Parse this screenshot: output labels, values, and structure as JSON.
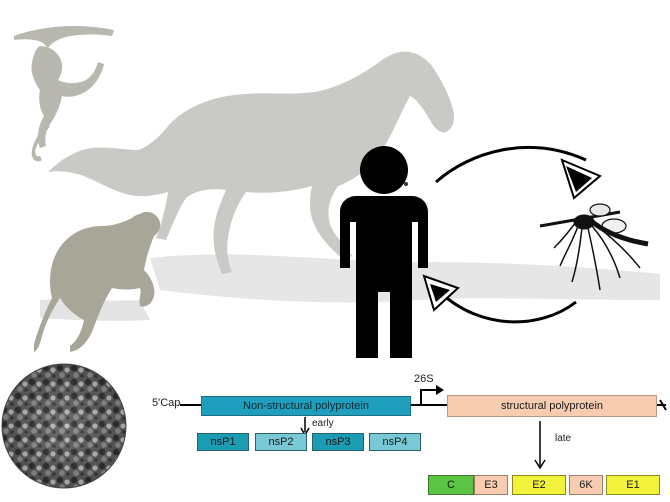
{
  "genome": {
    "cap_label": "5'Cap",
    "subgenomic_label": "26S",
    "nonstructural_label": "Non-structural polyprotein",
    "structural_label": "structural polyprotein",
    "early_label": "early",
    "late_label": "late",
    "nsp": [
      "nsP1",
      "nsP2",
      "nsP3",
      "nsP4"
    ],
    "structural_proteins": [
      "C",
      "E3",
      "E2",
      "6K",
      "E1"
    ]
  },
  "colors": {
    "nonstructural": "#1f9fbd",
    "nsp_dark": "#1a9cb3",
    "nsp_light": "#78c8d6",
    "structural": "#f7ccb0",
    "capsid": "#5cc443",
    "e3_6k": "#f7ccb0",
    "e2_e1": "#f2f23a",
    "silhouette": "#b7b6ae",
    "shadow": "#d2d2d2"
  },
  "icons": {
    "monkey": "monkey-silhouette-icon",
    "horse": "horse-silhouette-icon",
    "kangaroo": "kangaroo-silhouette-icon",
    "human": "human-figure-icon",
    "mosquito": "mosquito-icon",
    "virion": "virion-particle-icon"
  }
}
